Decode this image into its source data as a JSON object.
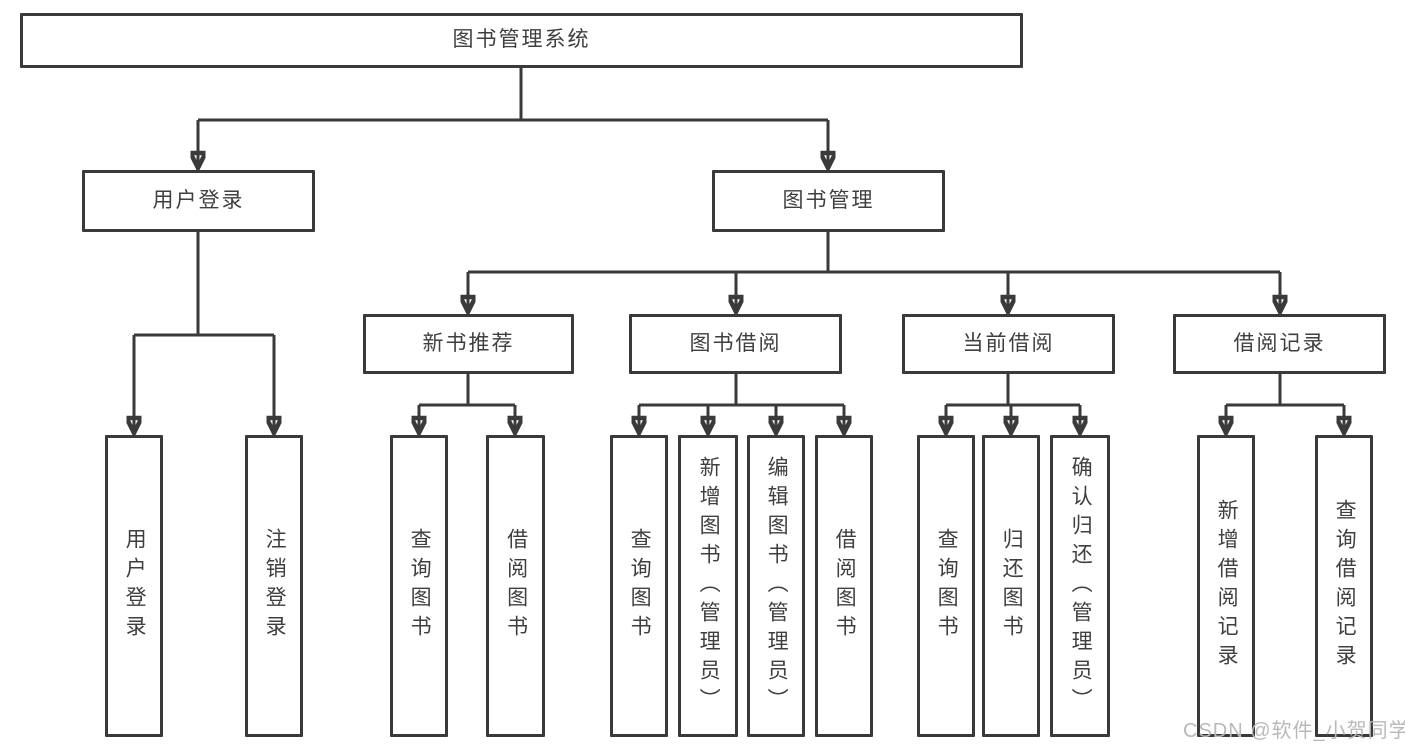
{
  "tree": {
    "root": {
      "label": "图书管理系统"
    },
    "branches": [
      {
        "label": "用户登录",
        "children": [
          "用户登录",
          "注销登录"
        ]
      },
      {
        "label": "图书管理",
        "groups": [
          {
            "label": "新书推荐",
            "children": [
              "查询图书",
              "借阅图书"
            ]
          },
          {
            "label": "图书借阅",
            "children": [
              "查询图书",
              "新增图书（管理员）",
              "编辑图书（管理员）",
              "借阅图书"
            ]
          },
          {
            "label": "当前借阅",
            "children": [
              "查询图书",
              "归还图书",
              "确认归还（管理员）"
            ]
          },
          {
            "label": "借阅记录",
            "children": [
              "新增借阅记录",
              "查询借阅记录"
            ]
          }
        ]
      }
    ]
  },
  "watermark": "CSDN @软件_小贺同学",
  "colors": {
    "line": "#3a3a3a",
    "text": "#3f3f3f",
    "watermark": "#b9b9b9",
    "background": "#ffffff"
  }
}
